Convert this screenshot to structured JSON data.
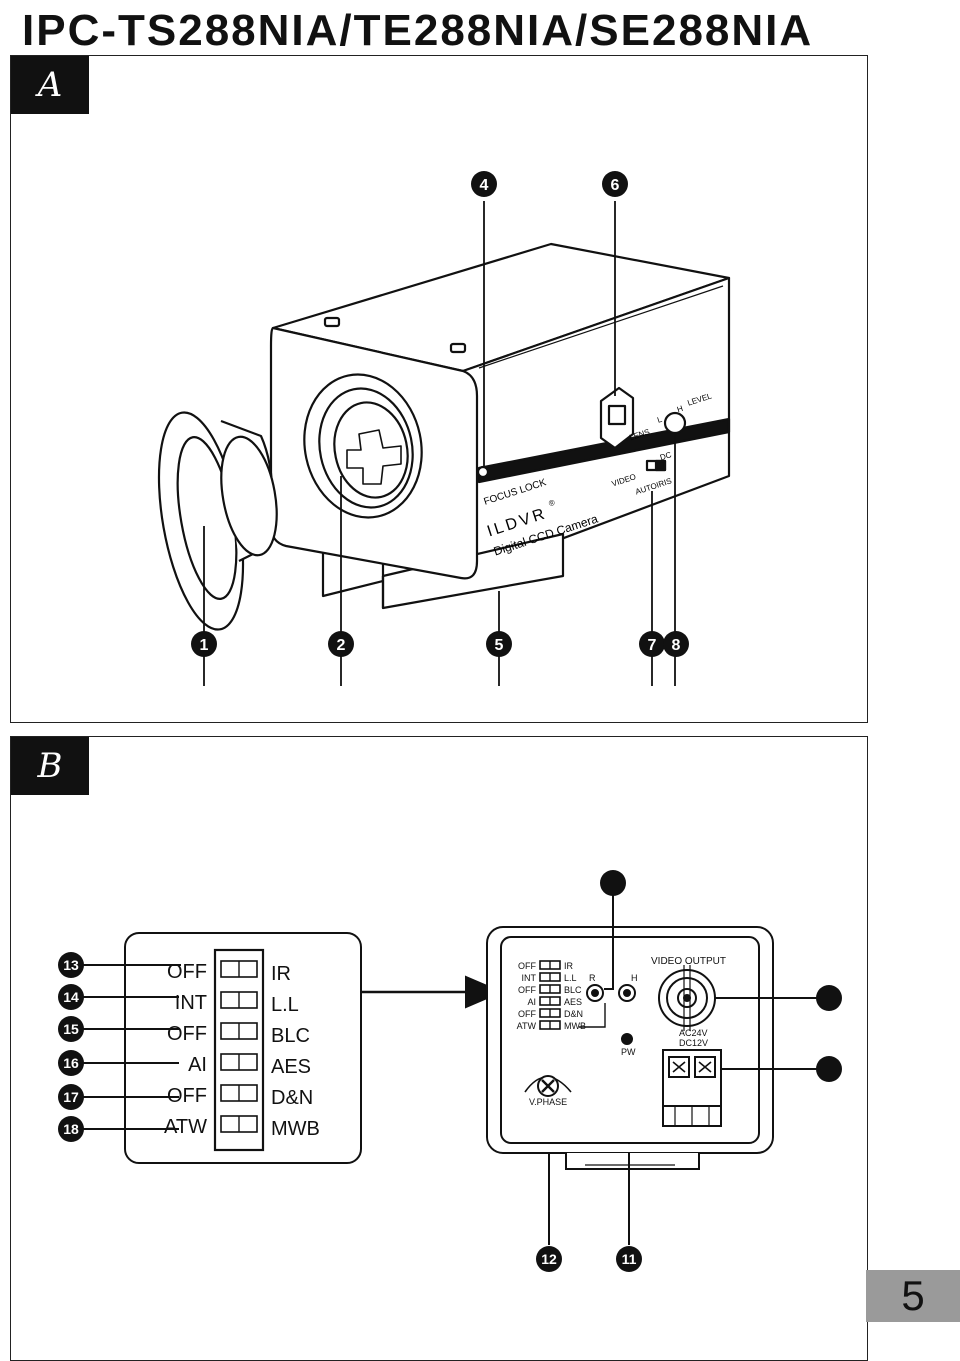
{
  "title": "IPC-TS288NIA/TE288NIA/SE288NIA",
  "panel_a": {
    "tag": "A",
    "brand": "ILDVR",
    "brand_mark": "®",
    "product": "Digital CCD Camera",
    "focus_lock": "FOCUS LOCK",
    "lens_label": "LENS",
    "level_label": "LEVEL",
    "level_l": "L",
    "level_h": "H",
    "video_label": "VIDEO",
    "dc_label": "DC",
    "autoiris_label": "AUTOIRIS",
    "callouts": [
      "1",
      "2",
      "4",
      "5",
      "6",
      "7",
      "8"
    ]
  },
  "panel_b": {
    "tag": "B",
    "dip_left": [
      "OFF",
      "INT",
      "OFF",
      "AI",
      "OFF",
      "ATW"
    ],
    "dip_right": [
      "IR",
      "L.L",
      "BLC",
      "AES",
      "D&N",
      "MWB"
    ],
    "callouts_left": [
      "13",
      "14",
      "15",
      "16",
      "17",
      "18"
    ],
    "rear_dip_left": [
      "OFF",
      "INT",
      "OFF",
      "AI",
      "OFF",
      "ATW"
    ],
    "rear_dip_right": [
      "IR",
      "L.L",
      "BLC",
      "AES",
      "D&N",
      "MWB"
    ],
    "r_label": "R",
    "h_label": "H",
    "video_output": "VIDEO OUTPUT",
    "power_line1": "AC24V",
    "power_line2": "DC12V",
    "pw_label": "PW",
    "vphase_label": "V.PHASE",
    "callouts_bottom": [
      "12",
      "11"
    ]
  },
  "page_number": "5",
  "colors": {
    "ink": "#111111",
    "tag_bg": "#111111",
    "page_tab": "#9a9a9a"
  }
}
